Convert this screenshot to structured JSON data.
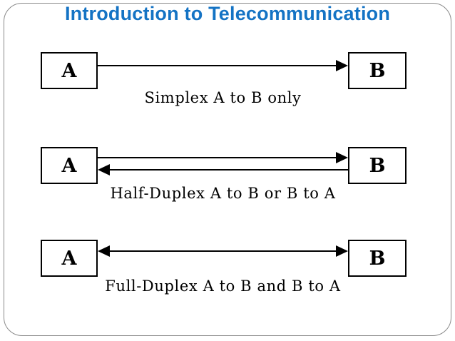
{
  "title": "Introduction to Telecommunication",
  "colors": {
    "title_blue": "#1473c4",
    "diagram_black": "#000000",
    "slide_border_gray": "#8a8a8a",
    "background": "#ffffff"
  },
  "diagrams": [
    {
      "left_node": "A",
      "right_node": "B",
      "caption": "Simplex A to B only",
      "arrows": "single arrow from A to B"
    },
    {
      "left_node": "A",
      "right_node": "B",
      "caption": "Half-Duplex A to B or B to A",
      "arrows": "two lines: upper arrow into B, lower arrow into A"
    },
    {
      "left_node": "A",
      "right_node": "B",
      "caption": "Full-Duplex A to B and B to A",
      "arrows": "one line with arrowheads at both ends"
    }
  ]
}
